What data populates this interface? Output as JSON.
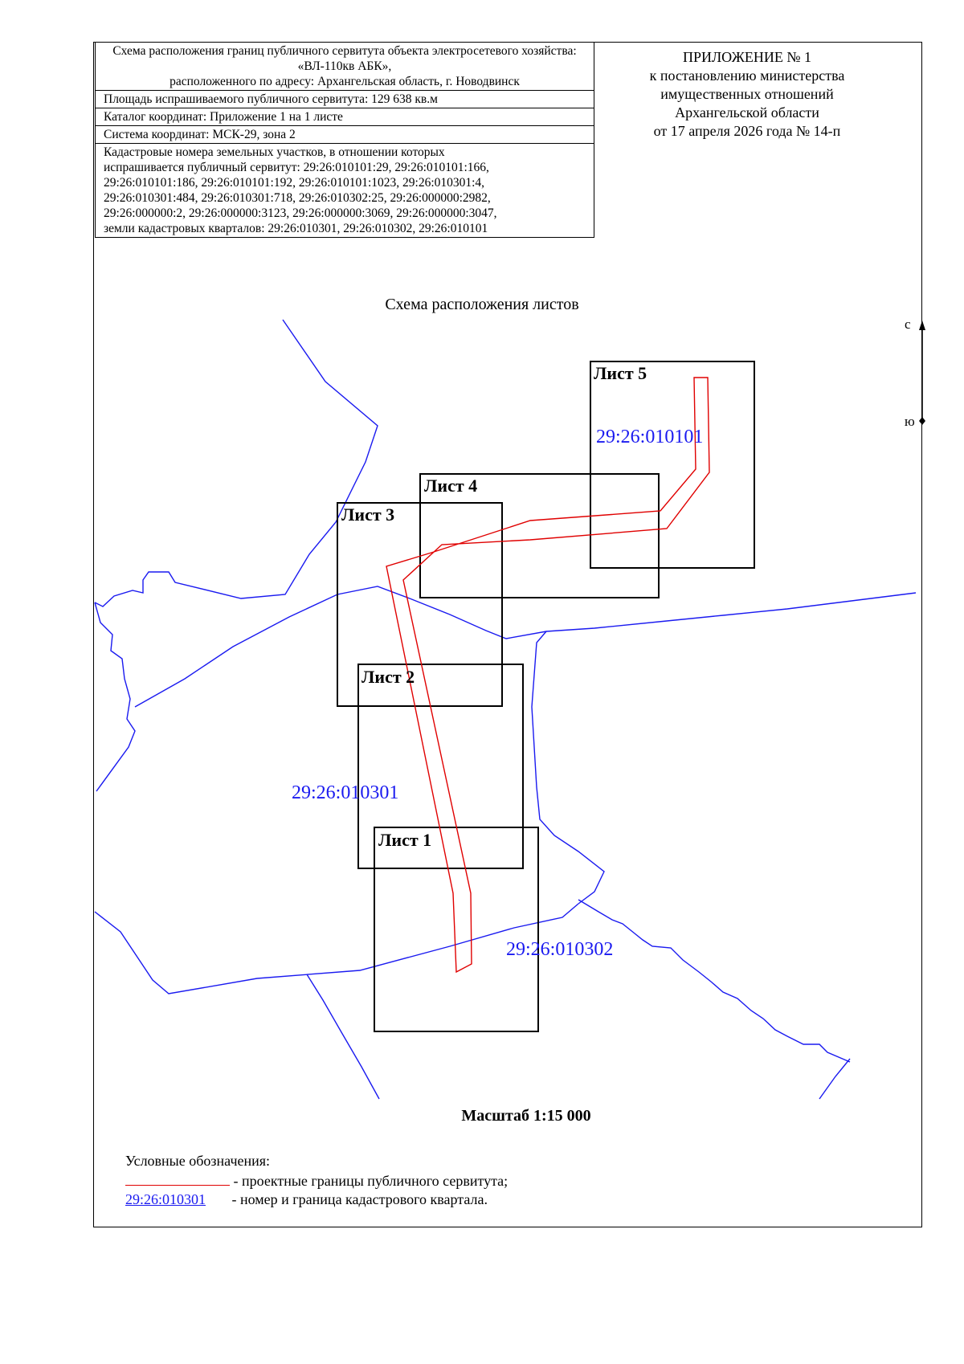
{
  "info_table": {
    "header_lines": [
      "Схема расположения границ публичного сервитута объекта электросетевого хозяйства:",
      "«ВЛ-110кв АБК»,",
      "расположенного по адресу: Архангельская область, г. Новодвинск"
    ],
    "area": "Площадь испрашиваемого публичного сервитута: 129 638 кв.м",
    "catalog": "Каталог координат: Приложение 1 на 1 листе",
    "coord_system": "Система координат: МСК-29, зона 2",
    "cadastral_lines": [
      "Кадастровые номера земельных участков, в отношении которых",
      "испрашивается публичный сервитут: 29:26:010101:29, 29:26:010101:166,",
      "29:26:010101:186, 29:26:010101:192, 29:26:010101:1023, 29:26:010301:4,",
      "29:26:010301:484, 29:26:010301:718, 29:26:010302:25, 29:26:000000:2982,",
      "29:26:000000:2, 29:26:000000:3123, 29:26:000000:3069, 29:26:000000:3047,",
      "земли кадастровых кварталов: 29:26:010301, 29:26:010302, 29:26:010101"
    ]
  },
  "appendix": {
    "lines": [
      "ПРИЛОЖЕНИЕ № 1",
      "к постановлению министерства",
      "имущественных отношений",
      "Архангельской области",
      "от 17 апреля 2026 года № 14-п"
    ]
  },
  "map": {
    "title": "Схема расположения листов",
    "sheets": [
      {
        "id": "sheet-5",
        "label": "Лист 5"
      },
      {
        "id": "sheet-4",
        "label": "Лист 4"
      },
      {
        "id": "sheet-3",
        "label": "Лист 3"
      },
      {
        "id": "sheet-2",
        "label": "Лист 2"
      },
      {
        "id": "sheet-1",
        "label": "Лист 1"
      }
    ],
    "quarters": [
      "29:26:010101",
      "29:26:010301",
      "29:26:010302"
    ],
    "north_label": "с",
    "south_label": "ю",
    "colors": {
      "easement": "#e00000",
      "quarter": "#1a1af0",
      "sheet": "#000000"
    }
  },
  "scale": "Масштаб 1:15 000",
  "legend": {
    "title": "Условные обозначения:",
    "easement_text": "- проектные границы публичного сервитута;",
    "quarter_sample": "29:26:010301",
    "quarter_text": "- номер и граница кадастрового квартала."
  }
}
